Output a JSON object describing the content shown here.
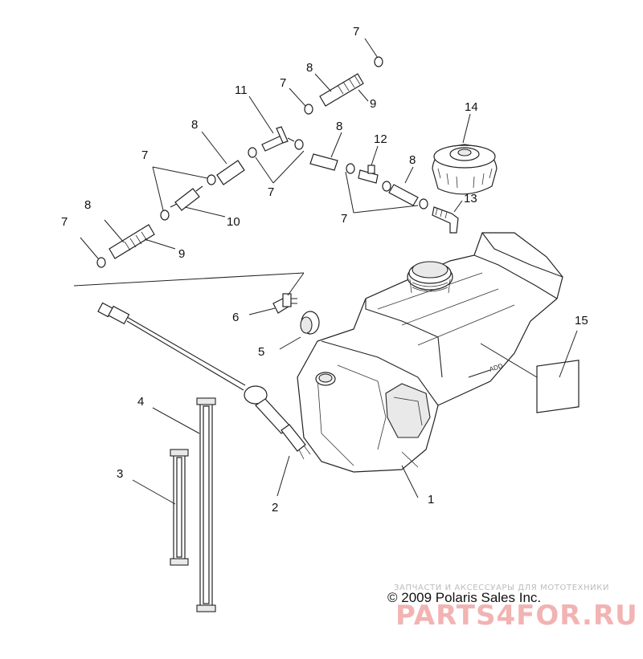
{
  "callouts": {
    "c1": "1",
    "c2": "2",
    "c3": "3",
    "c4": "4",
    "c5": "5",
    "c6": "6",
    "c7a": "7",
    "c7b": "7",
    "c7c": "7",
    "c7d": "7",
    "c7e": "7",
    "c7f": "7",
    "c8a": "8",
    "c8b": "8",
    "c8c": "8",
    "c8d": "8",
    "c8e": "8",
    "c9a": "9",
    "c9b": "9",
    "c10": "10",
    "c11": "11",
    "c12": "12",
    "c13": "13",
    "c14": "14",
    "c15": "15"
  },
  "tank_label": "ADD",
  "copyright": "© 2009 Polaris Sales Inc.",
  "watermark": {
    "small": "ЗАПЧАСТИ И АКСЕССУАРЫ ДЛЯ МОТОТЕХНИКИ",
    "big": "PARTS4FOR.RU"
  },
  "colors": {
    "lines": "#222222",
    "watermark": "#f0a6a6"
  }
}
